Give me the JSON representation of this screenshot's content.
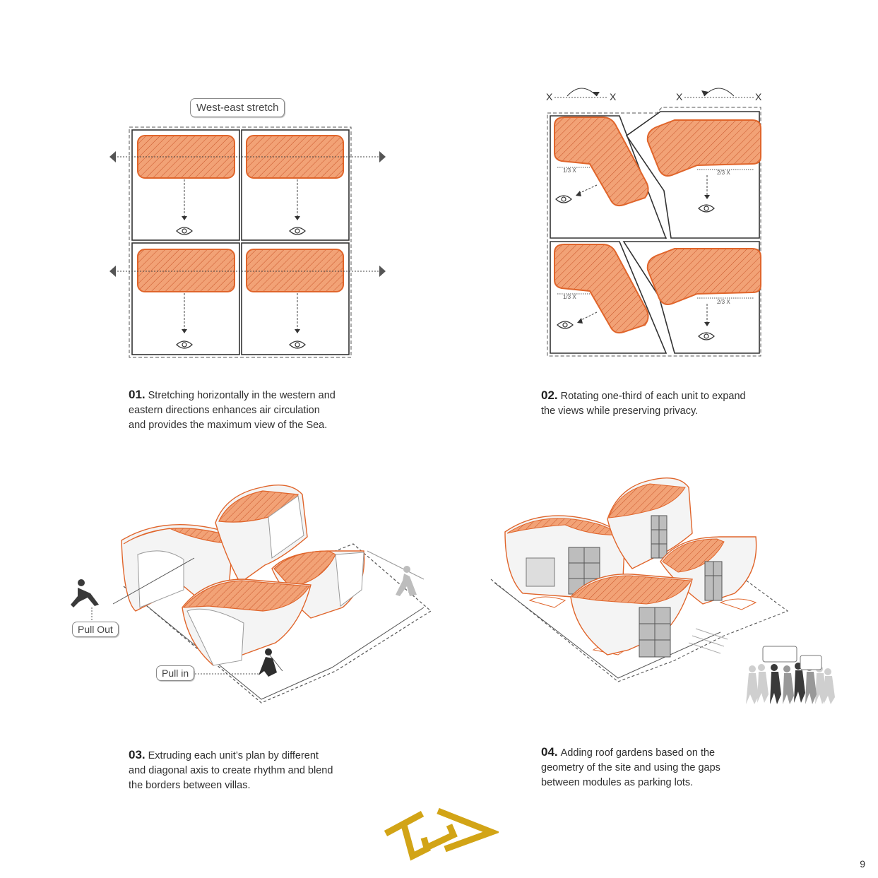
{
  "diagram_1": {
    "label": "West-east stretch",
    "caption_number": "01.",
    "caption_lines": [
      "Stretching horizontally in the western and",
      "eastern directions enhances air circulation",
      "and provides the maximum view of the Sea."
    ]
  },
  "diagram_2": {
    "axis_marks": [
      "X",
      "X",
      "X",
      "X"
    ],
    "one_third": "1/3 X",
    "two_third": "2/3 X",
    "caption_number": "02.",
    "caption_lines": [
      "Rotating one-third of each unit to expand",
      "the views while preserving privacy."
    ]
  },
  "diagram_3": {
    "pull_out": "Pull Out",
    "pull_in": "Pull in",
    "caption_number": "03.",
    "caption_lines": [
      "Extruding each unit’s plan by different",
      "and diagonal axis to create rhythm and blend",
      "the borders between villas."
    ]
  },
  "diagram_4": {
    "caption_number": "04.",
    "caption_lines": [
      "Adding roof gardens based on the",
      "geometry of the site and using the gaps",
      "between modules as parking lots."
    ]
  },
  "logo": {
    "icon": "logo-icon",
    "color": "#d2a416"
  },
  "page_number": "9",
  "colors": {
    "accent": "#e8773a",
    "fill": "#f2a578",
    "line": "#333333"
  }
}
